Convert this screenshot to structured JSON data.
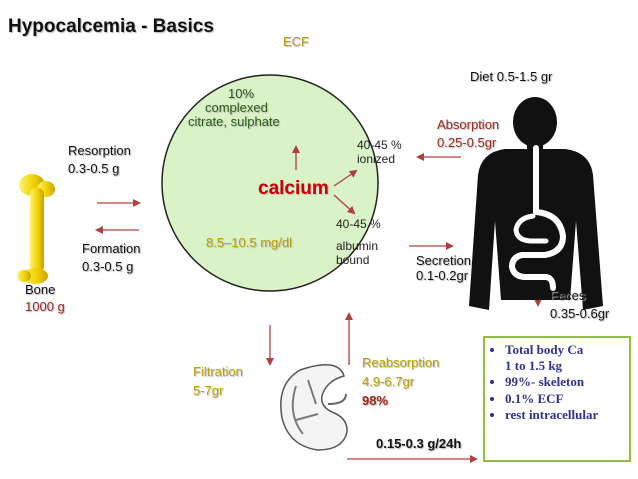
{
  "title": "Hypocalcemia - Basics",
  "ecf_label": "ECF",
  "calcium": "calcium",
  "complexed": [
    "10%",
    "complexed",
    "citrate, sulphate"
  ],
  "ionized": [
    "40-45 %",
    "ionized"
  ],
  "albumin": [
    "40-45 %",
    "albumin",
    "bound"
  ],
  "normal_range": "8.5–10.5 mg/dl",
  "resorption": {
    "label": "Resorption",
    "value": "0.3-0.5 g"
  },
  "formation": {
    "label": "Formation",
    "value": "0.3-0.5 g"
  },
  "bone": {
    "label": "Bone",
    "value": "1000 g"
  },
  "diet": "Diet 0.5-1.5 gr",
  "absorption": {
    "label": "Absorption",
    "value": "0.25-0.5gr"
  },
  "secretion": {
    "label": "Secretion",
    "value": "0.1-0.2gr"
  },
  "feces": {
    "label": "Feces",
    "value": "0.35-0.6gr"
  },
  "filtration": {
    "label": "Filtration",
    "value": "5-7gr"
  },
  "reabsorption": {
    "label": "Reabsorption",
    "value": "4.9-6.7gr",
    "percent": "98%"
  },
  "urine": "0.15-0.3 g/24h",
  "facts": [
    "Total body Ca",
    "1 to 1.5 kg",
    "99%- skeleton",
    "0.1%  ECF",
    "rest intracellular"
  ],
  "colors": {
    "circle_fill": "#d9f2c6",
    "arrow": "#b04040",
    "calcium": "#cc0000",
    "bone": "#f0d400",
    "box_border": "#8fbf3a",
    "facts_text": "#2e3192"
  }
}
